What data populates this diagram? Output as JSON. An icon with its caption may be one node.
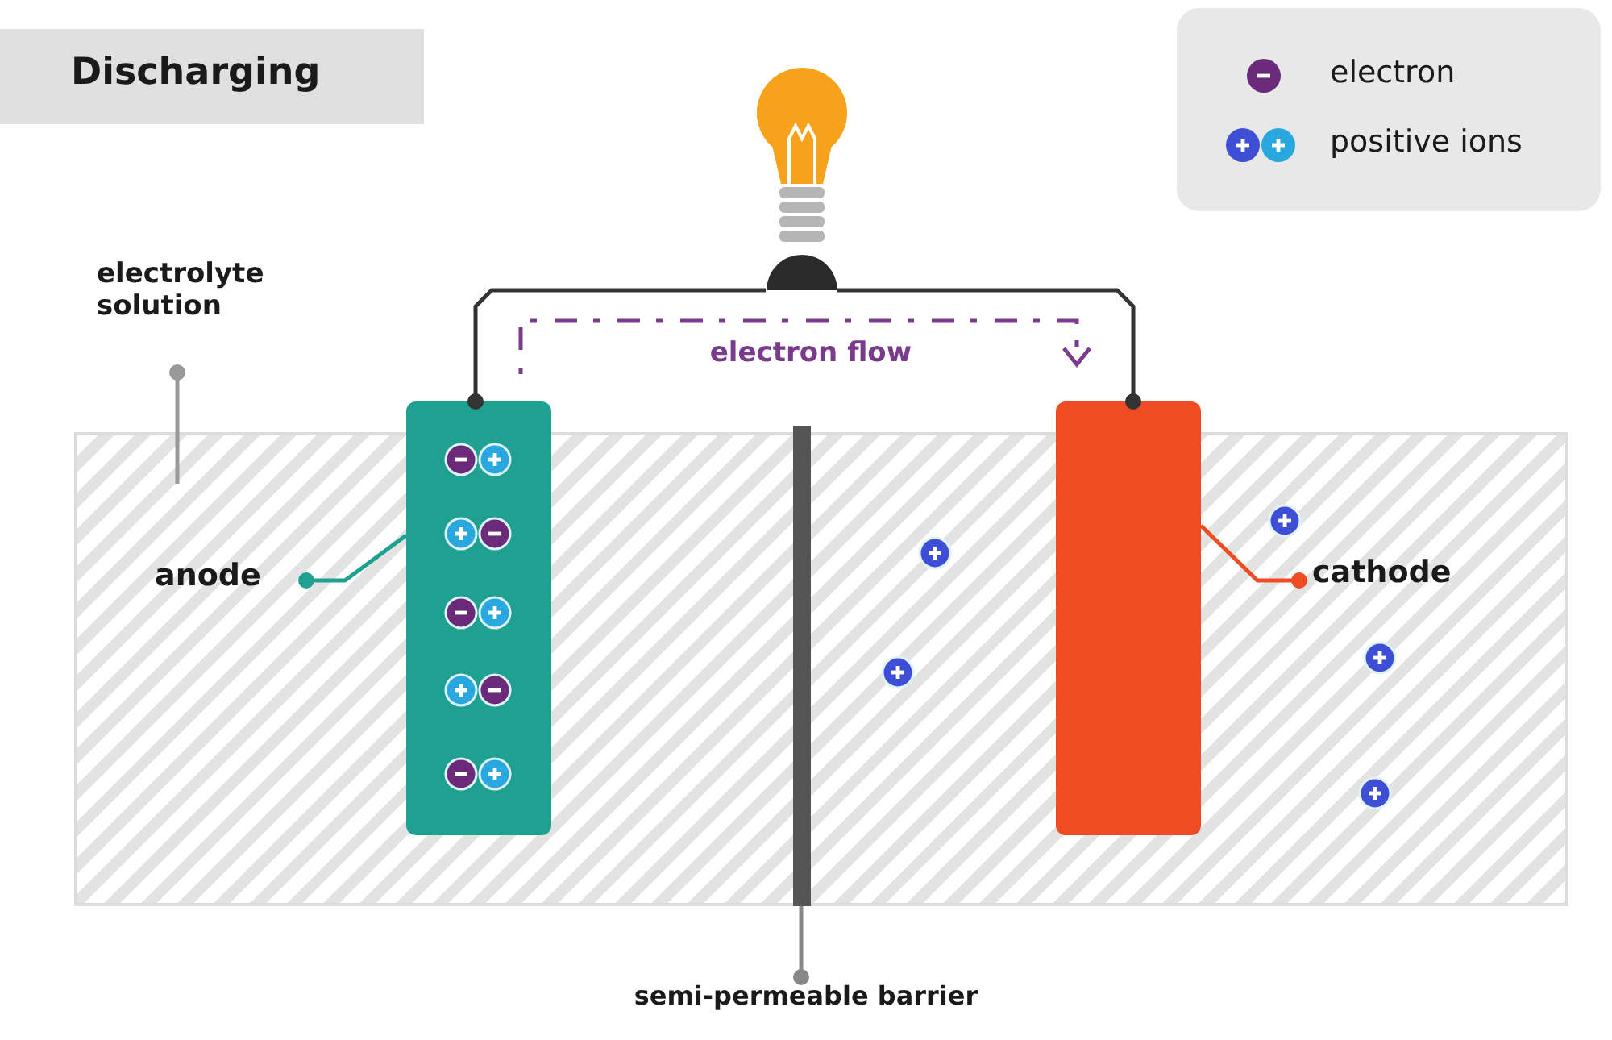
{
  "diagram": {
    "title": "Discharging",
    "nodes": [
      {
        "text": [],
        "shape": "box"
      },
      {
        "text": [],
        "shape": "box"
      },
      {
        "text": [],
        "shape": "box"
      },
      {
        "text": [],
        "shape": "bar",
        "in": 0
      },
      {
        "text": [],
        "shape": "picture"
      },
      {
        "text": [
          "electrolyte solution"
        ]
      },
      {
        "text": [
          "anode"
        ],
        "in": 0
      },
      {
        "text": [
          "cathode"
        ],
        "in": 0
      },
      {
        "text": [
          "semi-permeable barrier"
        ]
      }
    ],
    "edges": [
      {
        "from": 5,
        "to": 0,
        "arrow": "other",
        "color": "#999999"
      },
      {
        "from": 6,
        "to": 1,
        "arrow": "other",
        "color": "#1fa191"
      },
      {
        "from": 7,
        "to": 2,
        "arrow": "other",
        "color": "#f04c23"
      },
      {
        "from": 8,
        "to": 3,
        "arrow": "other",
        "color": "#888888"
      },
      {
        "from": 1,
        "to": 4,
        "arrow": "other"
      },
      {
        "from": 2,
        "to": 4,
        "arrow": "other"
      }
    ],
    "labels": [
      "electron flow"
    ],
    "legend": [
      {
        "text": "electron",
        "color": "#6c2a7a"
      },
      {
        "text": "positive ions"
      }
    ]
  }
}
